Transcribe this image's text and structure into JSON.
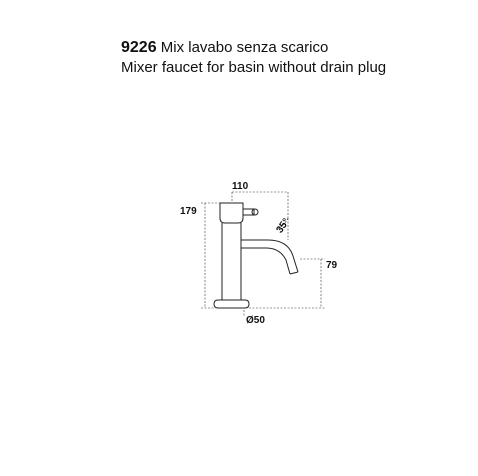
{
  "header": {
    "code": "9226",
    "title_it": "Mix lavabo senza scarico",
    "title_en": "Mixer faucet for basin without drain plug"
  },
  "dimensions": {
    "height": "179",
    "reach": "110",
    "spout_height": "79",
    "angle": "35°",
    "base_diameter": "Ø50"
  }
}
